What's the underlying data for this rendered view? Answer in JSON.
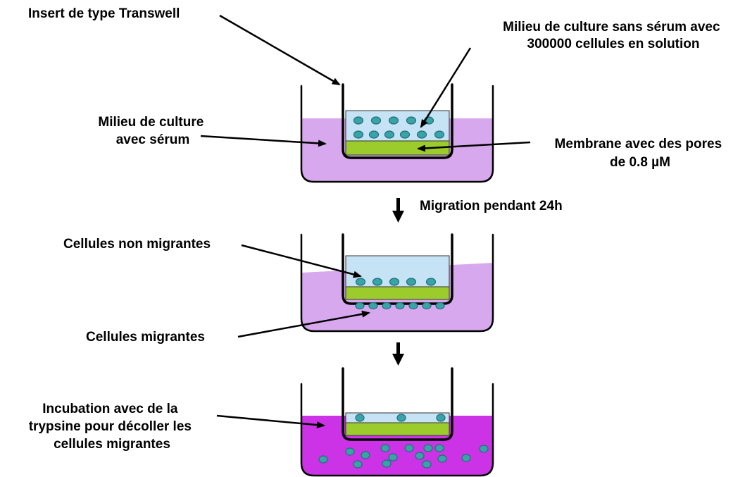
{
  "labels": {
    "insert": "Insert de type Transwell",
    "medium_no_serum_line1": "Milieu de culture sans sérum avec",
    "medium_no_serum_line2": "300000 cellules en solution",
    "medium_serum_line1": "Milieu de culture",
    "medium_serum_line2": "avec sérum",
    "membrane_line1": "Membrane avec des pores",
    "membrane_line2": "de 0.8 µM",
    "migration": "Migration pendant 24h",
    "non_migrating": "Cellules non migrantes",
    "migrating": "Cellules migrantes",
    "incubation_line1": "Incubation avec de la",
    "incubation_line2": "trypsine pour décoller les",
    "incubation_line3": "cellules migrantes"
  },
  "colors": {
    "outer_medium": "#d7a8ee",
    "outer_medium_trypsin": "#cc33e6",
    "insert_medium": "#c6e2f5",
    "membrane": "#9ccc2b",
    "cell_fill": "#3aa3a8",
    "cell_stroke": "#1f6f78"
  }
}
